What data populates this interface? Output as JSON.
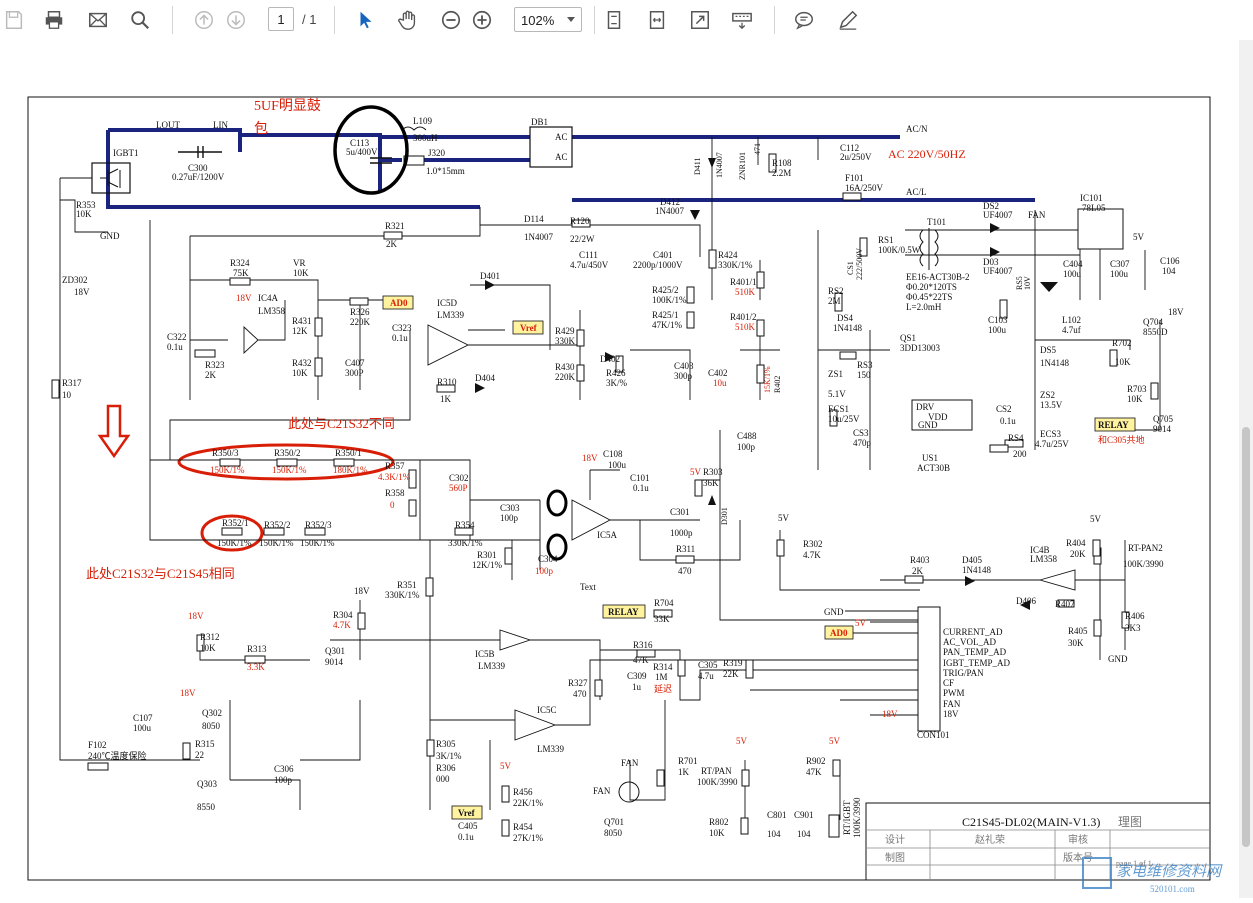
{
  "toolbar": {
    "current_page": "1",
    "page_total": "/ 1",
    "zoom": "102%"
  },
  "icons": {
    "save": "save-icon",
    "print": "print-icon",
    "email": "email-icon",
    "search": "search-icon",
    "prev": "page-up-icon",
    "next": "page-down-icon",
    "select": "arrow-pointer-icon",
    "hand": "hand-icon",
    "zoom_out": "zoom-out-icon",
    "zoom_in": "zoom-in-icon",
    "fit_page": "fit-page-icon",
    "fit_width": "fit-width-icon",
    "fullscreen": "fullscreen-icon",
    "keyboard": "keyboard-icon",
    "comment": "comment-icon",
    "highlight": "pen-icon"
  },
  "annotations": {
    "cap_bulge": "5UF明显鼓",
    "cap_bulge2": "包",
    "different": "此处与C21S32不同",
    "same": "此处C21S32与C21S45相同",
    "ac_in": "AC 220V/50HZ",
    "text_label": "Text"
  },
  "colors": {
    "annotation": "#d81e06",
    "wire": "#1a237e",
    "ink": "#111111"
  },
  "schematic": {
    "lout": "LOUT",
    "lin": "LIN",
    "igbt": "IGBT1",
    "c300": "C300",
    "c300v": "0.27uF/1200V",
    "c113": "C113",
    "c113v": "5u/400V",
    "l109": "L109",
    "l109v": "300uH",
    "j320": "J320",
    "j320v": "1.0*15mm",
    "db1": "DB1",
    "acn": "AC/N",
    "acl": "AC/L",
    "d411": "D411",
    "d411v": "1N4007",
    "zr101": "ZNR101",
    "zr101v": "471",
    "r108": "R108",
    "r108v": "2.2M",
    "c112": "C112",
    "c112v": "2u/250V",
    "f101": "F101",
    "f101v": "16A/250V",
    "d412": "D412",
    "d412v": "1N4007",
    "r353": "R353",
    "r353v": "10K",
    "gnd": "GND",
    "r321": "R321",
    "r321v": "2K",
    "d114": "D114",
    "d114v": "1N4007",
    "r120": "R120",
    "r120v": "22/2W",
    "c111": "C111",
    "c111v": "4.7u/450V",
    "c401": "C401",
    "c401v": "2200p/1000V",
    "r424": "R424",
    "r424v": "330K/1%",
    "r425_2": "R425/2",
    "r425_2v": "100K/1%",
    "r425_1": "R425/1",
    "r425_1v": "47K/1%",
    "r401_1": "R401/1",
    "r401_1v": "510K",
    "r401_2": "R401/2",
    "r401_2v": "510K",
    "c402": "C402",
    "c402v": "10u",
    "r402": "R402",
    "r402v": "15K/1%",
    "r324": "R324",
    "r324v": "75K",
    "vr": "VR",
    "vrv": "10K",
    "ic4a": "IC4A",
    "lm358": "LM358",
    "v18": "18V",
    "v5": "5V",
    "r326": "R326",
    "r326v": "220K",
    "ad0": "AD0",
    "r431": "R431",
    "r431v": "12K",
    "c323": "C323",
    "c323v": "0.1u",
    "r432": "R432",
    "r432v": "10K",
    "c407": "C407",
    "c407v": "300P",
    "c322": "C322",
    "c322v": "0.1u",
    "r323": "R323",
    "r323v": "2K",
    "d401": "D401",
    "ic5d": "IC5D",
    "lm339": "LM339",
    "vref": "Vref",
    "r429": "R429",
    "r429v": "330K",
    "r430": "R430",
    "r430v": "220K",
    "d402": "D402",
    "r426": "R426",
    "r426v": "3K/%",
    "c403": "C403",
    "c403v": "300p",
    "r310": "R310",
    "r310v": "1K",
    "d404": "D404",
    "t101": "T101",
    "t101a": "EE16-ACT30B-2",
    "t101b": "Φ0.20*120TS",
    "t101c": "Φ0.45*22TS",
    "t101d": "L=2.0mH",
    "ds2": "DS2",
    "ds2v": "UF4007",
    "ds3": "D03",
    "ds3v": "UF4007",
    "fan": "FAN",
    "ic101": "IC101",
    "ic101v": "78L05",
    "c404": "C404",
    "c404v": "100u",
    "c307": "C307",
    "c307v": "100u",
    "c106": "C106",
    "c106v": "104",
    "rs1": "RS1",
    "rs1v": "100K/0.5W",
    "cs1": "CS1",
    "cs1v": "222/500V",
    "rs2": "RS2",
    "rs2v": "2M",
    "ds4": "DS4",
    "ds4v": "1N4148",
    "qs1": "QS1",
    "qs1v": "3DD13003",
    "rs3": "RS3",
    "rs3v": "150",
    "zs1": "ZS1",
    "zs1v": "5.1V",
    "ecs1": "ECS1",
    "ecs1v": "10u/25V",
    "cs3": "CS3",
    "cs3v": "470p",
    "drv": "DRV",
    "vdd": "VDD",
    "us1": "US1",
    "us1v": "ACT30B",
    "cs2": "CS2",
    "cs2v": "0.1u",
    "rs4": "RS4",
    "rs4v": "200",
    "ecs3": "ECS3",
    "ecs3v": "4.7u/25V",
    "zs2": "ZS2",
    "zs2v": "13.5V",
    "ds5": "DS5",
    "ds5v": "1N4148",
    "c103": "C103",
    "c103v": "100u",
    "l102": "L102",
    "l102v": "4.7uf",
    "q704": "Q704",
    "q704v": "8550D",
    "r702": "R702",
    "r702v": "10K",
    "r703": "R703",
    "r703v": "10K",
    "relay": "RELAY",
    "q705": "Q705",
    "q705v": "9014",
    "relay_note": "和C305共地",
    "rs5": "RS5",
    "rs5v": "10V",
    "zd302": "ZD302",
    "zd302v": "18V",
    "r317": "R317",
    "r317v": "10",
    "r350_3": "R350/3",
    "r350_3v": "150K/1%",
    "r350_2": "R350/2",
    "r350_2v": "150K/1%",
    "r350_1": "R350/1",
    "r350_1v": "180K/1%",
    "r357": "R357",
    "r357v": "4.3K/1%",
    "r358": "R358",
    "r358v": "0",
    "c302": "C302",
    "c302v": "560P",
    "c108": "C108",
    "c108v": "100u",
    "c101": "C101",
    "c101v": "0.1u",
    "c488": "C488",
    "c488v": "100p",
    "r303": "R303",
    "r303v": "36K",
    "d301": "D301",
    "c303": "C303",
    "c303v": "100p",
    "c304": "C304",
    "c304v": "100p",
    "ic5a": "IC5A",
    "c301": "C301",
    "c301v": "1000p",
    "r311": "R311",
    "r311v": "470",
    "r302": "R302",
    "r302v": "4.7K",
    "r352_1": "R352/1",
    "r352_1v": "150K/1%",
    "r352_2": "R352/2",
    "r352_2v": "150K/1%",
    "r352_3": "R352/3",
    "r352_3v": "150K/1%",
    "r354": "R354",
    "r354v": "330K/1%",
    "r301": "R301",
    "r301v": "12K/1%",
    "r351": "R351",
    "r351v": "330K/1%",
    "r403": "R403",
    "r403v": "2K",
    "d405": "D405",
    "d405v": "1N4148",
    "ic4b": "IC4B",
    "ic4bv": "LM358",
    "r404": "R404",
    "r404v": "20K",
    "rtpan2": "RT-PAN2",
    "rtpan2v": "100K/3990",
    "d406": "D406",
    "r407": "R407",
    "r405": "R405",
    "r405v": "30K",
    "r406": "R406",
    "r406v": "3K3",
    "r312": "R312",
    "r312v": "10K",
    "r313": "R313",
    "r313v": "3.3K",
    "q301": "Q301",
    "q301v": "9014",
    "r304": "R304",
    "r304v": "4.7K",
    "ic5b": "IC5B",
    "r704": "R704",
    "r704v": "33K",
    "r316": "R316",
    "r316v": "47K",
    "r314": "R314",
    "r314v": "1M",
    "c309": "C309",
    "c309v": "1u",
    "c305": "C305",
    "c305v": "4.7u",
    "r319": "R319",
    "r319v": "22K",
    "r327": "R327",
    "r327v": "470",
    "delay_note": "延迟",
    "c107": "C107",
    "c107v": "100u",
    "q302": "Q302",
    "q302v": "8050",
    "r315": "R315",
    "r315v": "22",
    "q303": "Q303",
    "q303v": "8550",
    "f102": "F102",
    "f102v": "240℃温度保险",
    "c306": "C306",
    "c306v": "100p",
    "r305": "R305",
    "r305v": "3K/1%",
    "r306": "R306",
    "r306v": "000",
    "ic5c": "IC5C",
    "r456": "R456",
    "r456v": "22K/1%",
    "r454": "R454",
    "r454v": "27K/1%",
    "c405": "C405",
    "c405v": "0.1u",
    "q701": "Q701",
    "q701v": "8050",
    "r701": "R701",
    "r701v": "1K",
    "rtpan": "RT/PAN",
    "rtpanv": "100K/3990",
    "r802": "R802",
    "r802v": "10K",
    "c801": "C801",
    "c801v": "104",
    "r902": "R902",
    "r902v": "47K",
    "c901": "C901",
    "c901v": "104",
    "rtigbt": "RT/IGBT",
    "rtigbtv": "100K/3990",
    "con101": "CON101",
    "pins": [
      "CURRENT_AD",
      "AC_VOL_AD",
      "PAN_TEMP_AD",
      "IGBT_TEMP_AD",
      "TRIG/PAN",
      "CF",
      "PWM",
      "FAN",
      "18V"
    ],
    "title_block": {
      "title": "C21S45-DL02(MAIN-V1.3)",
      "suffix": "理图",
      "design": "设计",
      "designer": "赵礼荣",
      "check": "审核",
      "draw": "制图",
      "version": "版本号",
      "page": "page 1 of 1"
    },
    "watermark": "家电维修资料网",
    "watermark_url": "520101.com"
  }
}
